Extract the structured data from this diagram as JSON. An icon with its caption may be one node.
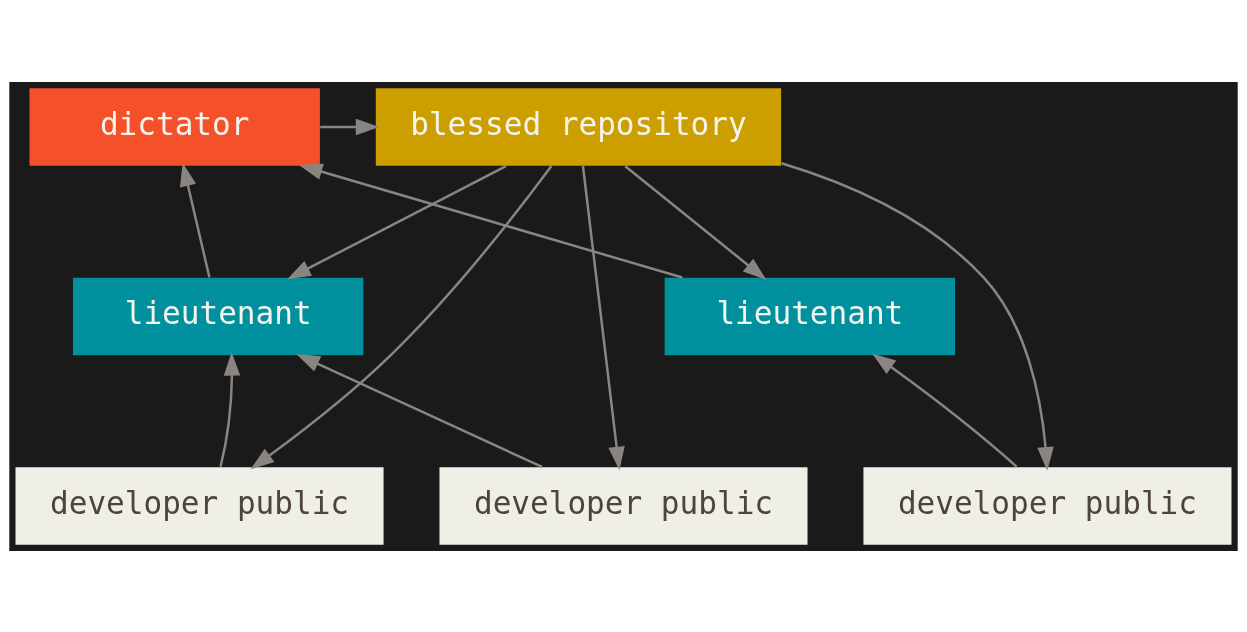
{
  "diagram": {
    "nodes": [
      {
        "text": [
          "dictator"
        ]
      },
      {
        "text": [
          "blessed repository"
        ]
      },
      {
        "text": [
          "lieutenant"
        ]
      },
      {
        "text": [
          "lieutenant"
        ]
      },
      {
        "text": [
          "developer public"
        ]
      },
      {
        "text": [
          "developer public"
        ]
      },
      {
        "text": [
          "developer public"
        ]
      }
    ],
    "edges": [
      {
        "from": 0,
        "to": 1,
        "arrow": "to"
      },
      {
        "from": 2,
        "to": 0,
        "arrow": "to"
      },
      {
        "from": 3,
        "to": 0,
        "arrow": "to"
      },
      {
        "from": 1,
        "to": 2,
        "arrow": "to"
      },
      {
        "from": 1,
        "to": 3,
        "arrow": "to"
      },
      {
        "from": 1,
        "to": 4,
        "arrow": "to"
      },
      {
        "from": 1,
        "to": 5,
        "arrow": "to"
      },
      {
        "from": 1,
        "to": 6,
        "arrow": "to"
      },
      {
        "from": 4,
        "to": 2,
        "arrow": "to"
      },
      {
        "from": 5,
        "to": 2,
        "arrow": "to"
      },
      {
        "from": 6,
        "to": 3,
        "arrow": "to"
      }
    ]
  }
}
